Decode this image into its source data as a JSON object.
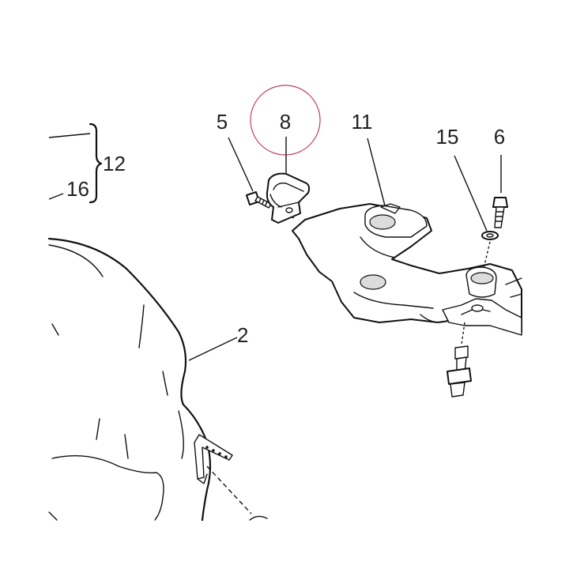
{
  "diagram": {
    "callouts": [
      {
        "id": "5",
        "text": "5"
      },
      {
        "id": "8",
        "text": "8"
      },
      {
        "id": "11",
        "text": "11"
      },
      {
        "id": "15",
        "text": "15"
      },
      {
        "id": "6",
        "text": "6"
      },
      {
        "id": "12",
        "text": "12"
      },
      {
        "id": "16",
        "text": "16"
      },
      {
        "id": "2",
        "text": "2"
      }
    ],
    "highlight_color": "#c0405a",
    "line_color": "#111111"
  }
}
